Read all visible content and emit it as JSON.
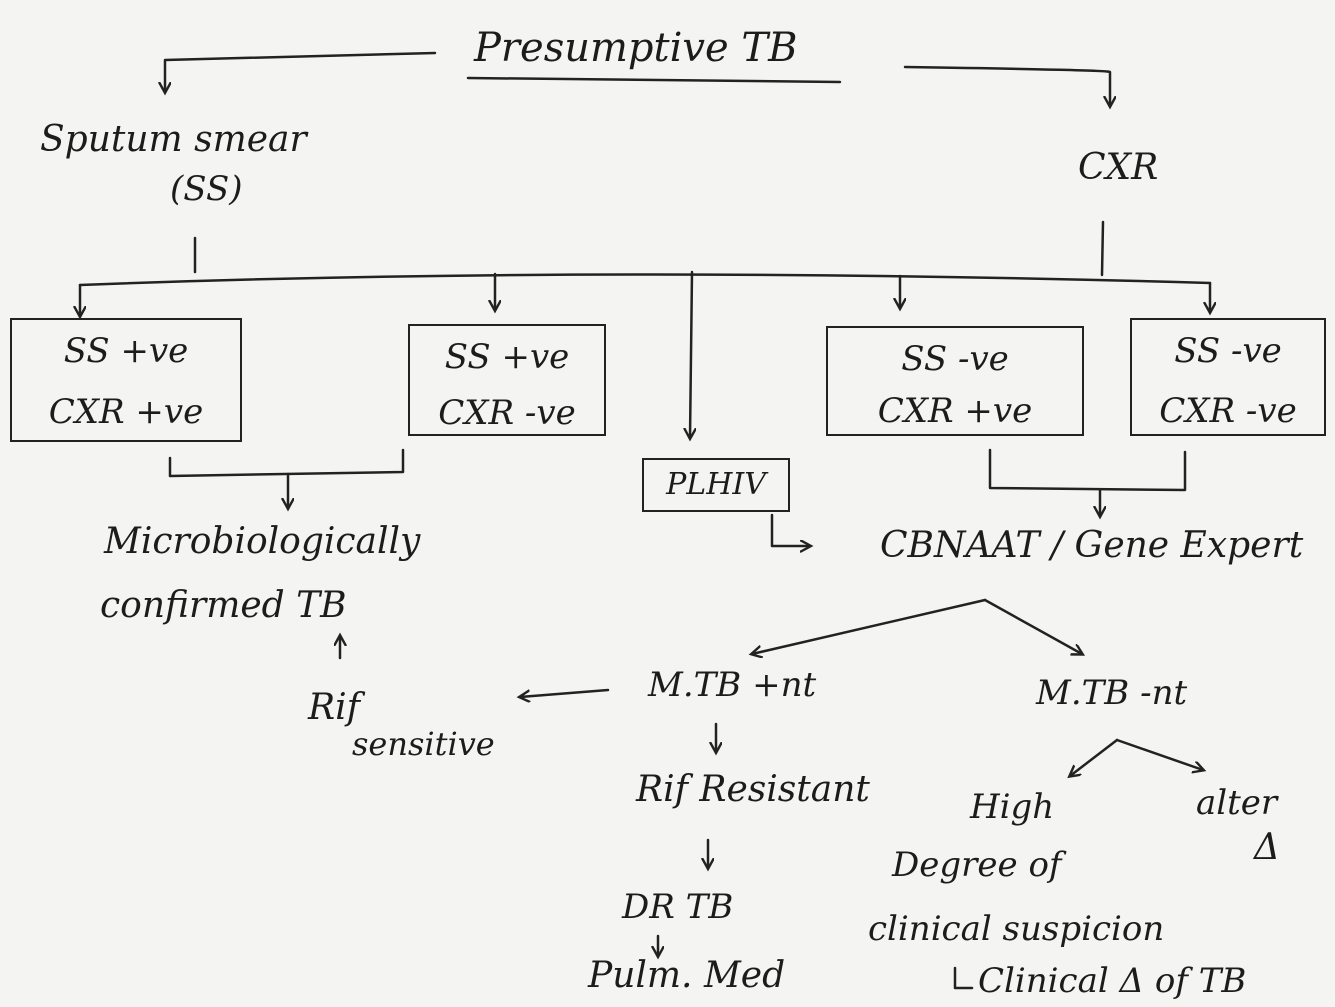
{
  "title": "Presumptive TB",
  "left_test": {
    "line1": "Sputum smear",
    "line2": "(SS)"
  },
  "right_test": "CXR",
  "boxes": [
    {
      "line1": "SS +ve",
      "line2": "CXR +ve"
    },
    {
      "line1": "SS +ve",
      "line2": "CXR -ve"
    },
    {
      "line1": "SS -ve",
      "line2": "CXR +ve"
    },
    {
      "line1": "SS -ve",
      "line2": "CXR -ve"
    }
  ],
  "plhiv": "PLHIV",
  "confirmed": {
    "line1": "Microbiologically",
    "line2": "confirmed TB"
  },
  "cbnaat": "CBNAAT / Gene Expert",
  "mtb_pos": "M.TB +nt",
  "mtb_neg": "M.TB -nt",
  "rif_sensitive": {
    "line1": "Rif",
    "line2": "sensitive"
  },
  "rif_resistant": "Rif Resistant",
  "dr_tb": "DR TB",
  "pulm_med": "Pulm. Med",
  "high_degree": {
    "line1": "High",
    "line2": "Degree of",
    "line3": "clinical suspicion"
  },
  "clinical_tb": "Clinical Δ of TB",
  "alter": {
    "line1": "alter",
    "line2": "Δ"
  },
  "ink_color": "#1c1c1c",
  "paper_color": "#f4f4f2"
}
